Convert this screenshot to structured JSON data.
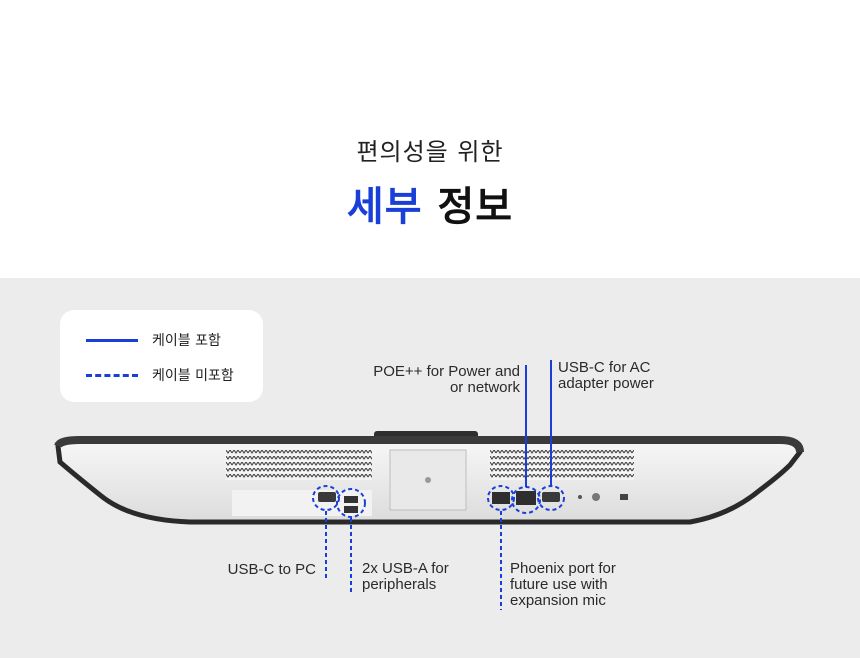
{
  "header": {
    "subtitle": "편의성을 위한",
    "title_accent": "세부",
    "title_rest": "정보"
  },
  "legend": {
    "included": "케이블 포함",
    "not_included": "케이블 미포함"
  },
  "callouts": {
    "poe_line1": "POE++ for Power and",
    "poe_line2": "or network",
    "usbc_ac_line1": "USB-C for AC",
    "usbc_ac_line2": "adapter power",
    "usbc_pc": "USB-C to PC",
    "usba_line1": "2x USB-A for",
    "usba_line2": "peripherals",
    "phoenix_line1": "Phoenix port for",
    "phoenix_line2": "future use with",
    "phoenix_line3": "expansion mic"
  },
  "colors": {
    "accent": "#1a3fd8",
    "panel_bg": "#ececec"
  }
}
